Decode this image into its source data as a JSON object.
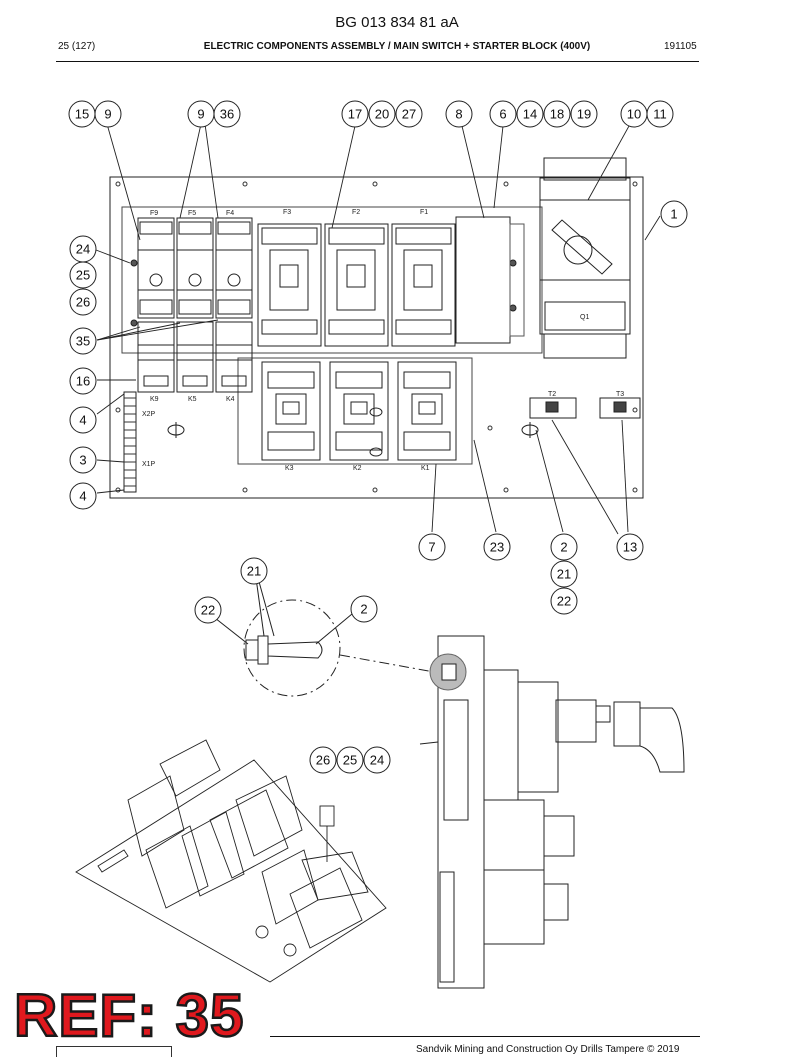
{
  "header": {
    "doc_id": "BG 013 834 81 aA",
    "page": "25 (127)",
    "title": "ELECTRIC COMPONENTS ASSEMBLY / MAIN SWITCH + STARTER BLOCK (400V)",
    "date": "191105"
  },
  "callouts": [
    "15",
    "9",
    "9",
    "36",
    "17",
    "20",
    "27",
    "8",
    "6",
    "14",
    "18",
    "19",
    "10",
    "11",
    "1",
    "24",
    "25",
    "26",
    "35",
    "16",
    "4",
    "3",
    "4",
    "7",
    "23",
    "2",
    "21",
    "22",
    "13",
    "21",
    "22",
    "2",
    "26",
    "25",
    "24"
  ],
  "component_labels": {
    "fuses_small": [
      "F9",
      "F5",
      "F4"
    ],
    "fuses_large": [
      "F3",
      "F2",
      "F1"
    ],
    "relays": [
      "K9",
      "K5",
      "K4"
    ],
    "contactors": [
      "K3",
      "K2",
      "K1"
    ],
    "terminals": [
      "X2P",
      "X1P"
    ],
    "transformers": [
      "T2",
      "T3"
    ],
    "main_switch": "Q1"
  },
  "stamp": "REF: 35",
  "footer": "Sandvik Mining and Construction Oy Drills Tampere © 2019"
}
